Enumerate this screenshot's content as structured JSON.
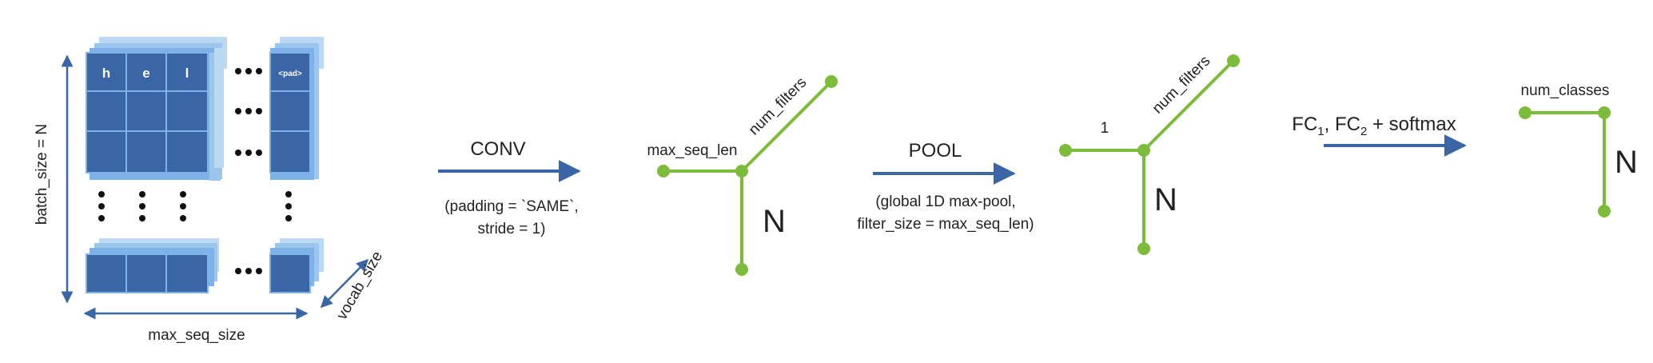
{
  "colors": {
    "cell": "#3a66a8",
    "cell_border": "#7fb2e6",
    "layer_back": "#bcd9f4",
    "layer_mid": "#9cc6ee",
    "layer_front": "#7fb2e6",
    "arrow": "#3a66a8",
    "tensor_line": "#7dbb3a",
    "text": "#222222"
  },
  "input": {
    "chars": [
      "h",
      "e",
      "l"
    ],
    "pad_token": "<pad>",
    "batch_label": "batch_size = N",
    "seq_label": "max_seq_size",
    "vocab_label": "vocab_size"
  },
  "conv": {
    "title": "CONV",
    "note_line1": "(padding = `SAME`,",
    "note_line2": "stride = 1)"
  },
  "conv_output": {
    "left_label": "max_seq_len",
    "diag_label": "num_filters",
    "down_label": "N"
  },
  "pool": {
    "title": "POOL",
    "note_line1": "(global 1D max-pool,",
    "note_line2": "filter_size = max_seq_len)"
  },
  "pool_output": {
    "left_label": "1",
    "diag_label": "num_filters",
    "down_label": "N"
  },
  "fc": {
    "part1": "FC",
    "sub1": "1",
    "part2": ", FC",
    "sub2": "2",
    "part3": " + softmax"
  },
  "fc_output": {
    "top_label": "num_classes",
    "right_label": "N"
  }
}
